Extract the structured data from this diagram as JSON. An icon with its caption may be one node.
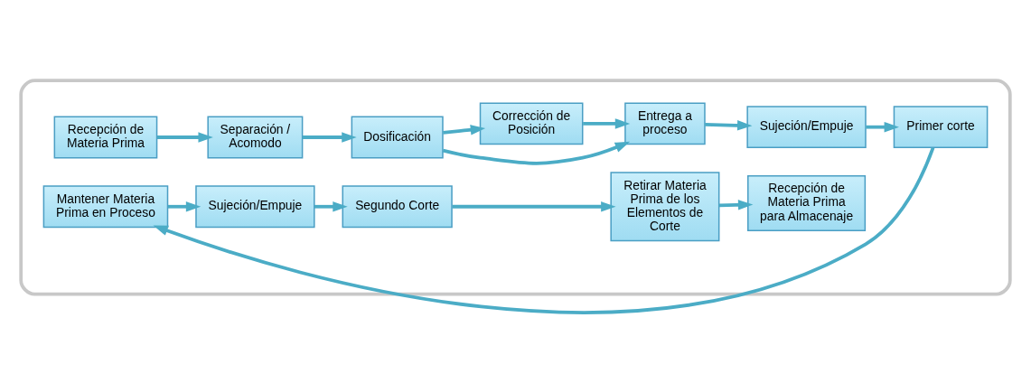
{
  "diagram": {
    "nodes": [
      {
        "text": [],
        "shape": "box"
      },
      {
        "text": [
          "Recepción de Materia Prima"
        ],
        "in": 0
      },
      {
        "text": [
          "Separación / Acomodo"
        ],
        "in": 0
      },
      {
        "text": [
          "Dosificación"
        ],
        "in": 0
      },
      {
        "text": [
          "Entrega a proceso"
        ],
        "in": 0
      },
      {
        "text": [
          "Corrección de Posición"
        ],
        "in": 0
      },
      {
        "text": [
          "Sujeción/Empuje"
        ],
        "in": 0
      },
      {
        "text": [
          "Primer corte"
        ],
        "in": 0
      },
      {
        "text": [
          "Mantener Materia Prima en Proceso"
        ],
        "in": 0
      },
      {
        "text": [
          "Sujeción/Empuje"
        ],
        "in": 0
      },
      {
        "text": [
          "Segundo Corte"
        ],
        "in": 0
      },
      {
        "text": [
          "Retirar Materia Prima de los Elementos de Corte"
        ],
        "in": 0
      },
      {
        "text": [
          "Recepción de Materia Prima para Almacenaje"
        ],
        "in": 0
      }
    ],
    "edges": [
      {
        "from": 1,
        "to": 2,
        "arrow": "to"
      },
      {
        "from": 2,
        "to": 3,
        "arrow": "to"
      },
      {
        "from": 3,
        "to": 4,
        "arrow": "to"
      },
      {
        "from": 3,
        "to": 5,
        "arrow": "to"
      },
      {
        "from": 5,
        "to": 4,
        "arrow": "to"
      },
      {
        "from": 4,
        "to": 6,
        "arrow": "to"
      },
      {
        "from": 6,
        "to": 7,
        "arrow": "to"
      },
      {
        "from": 7,
        "to": 8,
        "arrow": "to"
      },
      {
        "from": 8,
        "to": 9,
        "arrow": "to"
      },
      {
        "from": 9,
        "to": 10,
        "arrow": "to"
      },
      {
        "from": 10,
        "to": 11,
        "arrow": "to"
      },
      {
        "from": 11,
        "to": 12,
        "arrow": "to"
      }
    ]
  }
}
